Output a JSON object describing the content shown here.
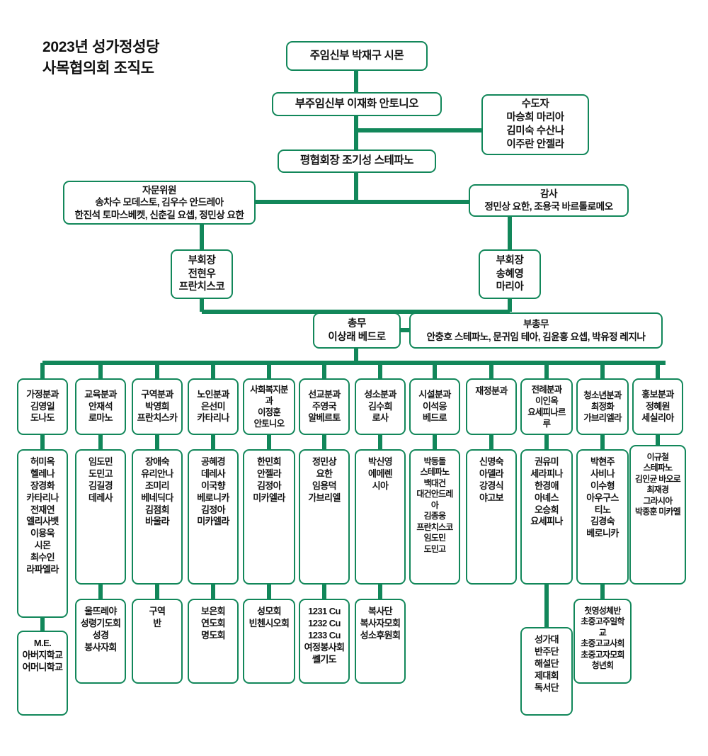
{
  "title": "2023년 성가정성당\n사목협의회 조직도",
  "theme": {
    "line_color": "#12875a",
    "border_color": "#12875a",
    "text_color": "#141414",
    "background": "#ffffff"
  },
  "top": {
    "pastor": "주임신부   박재구 시몬",
    "associate_pastor": "부주임신부   이재화 안토니오",
    "council_president": "평협회장   조기성 스테파노",
    "religious": "수도자\n마승희 마리아\n김미숙 수산나\n이주란 안젤라",
    "advisors": "자문위원\n송차수 모데스토, 김우수 안드레아\n한진석 토마스베켓, 신춘길 요셉, 정민상 요한",
    "auditors": "감사\n정민상 요한, 조용국 바르톨로메오",
    "vice_president_left": "부회장\n전현우\n프란치스코",
    "vice_president_right": "부회장\n송혜영\n마리아",
    "general_secretary": "총무\n이상래 베드로",
    "deputy_secretary": "부총무\n안충호 스테파노, 문귀임 테아, 김윤홍 요셉, 박유정 레지나"
  },
  "departments": [
    {
      "head": "가정분과\n김영일\n도나도",
      "members": "허미옥\n헬레나\n장경화\n카타리나\n전재연\n엘리사벳\n이용욱\n시몬\n최수인\n라파엘라",
      "groups": "M.E.\n아버지학교\n어머니학교"
    },
    {
      "head": "교육분과\n안재석\n로마노",
      "members": "임도민\n도민고\n김길경\n데레사",
      "groups": "울뜨레야\n성령기도회\n성경\n봉사자회"
    },
    {
      "head": "구역분과\n박영희\n프란치스카",
      "members": "장애숙\n유리안나\n조미리\n베네딕다\n김점희\n바울라",
      "groups": "구역\n반"
    },
    {
      "head": "노인분과\n은선미\n카타리나",
      "members": "공혜경\n데레사\n이국향\n베로니카\n김정아\n미카엘라",
      "groups": "보은회\n연도회\n명도회"
    },
    {
      "head": "사회복지분과\n이정훈\n안토니오",
      "members": "한민희\n안젤라\n김정아\n미카엘라",
      "groups": "성모회\n빈첸시오회"
    },
    {
      "head": "선교분과\n주영국\n알베르토",
      "members": "정민상\n요한\n임용덕\n가브리엘",
      "groups": "1231 Cu\n1232 Cu\n1233 Cu\n여정봉사회\n쎌기도"
    },
    {
      "head": "성소분과\n김수희\n로사",
      "members": "박신영\n에메렌\n시아",
      "groups": "복사단\n복사자모회\n성소후원회"
    },
    {
      "head": "시설분과\n이석응\n베드로",
      "members": "박동돌\n스테파노\n백대건\n대건안드레아\n김종웅\n프란치스코\n임도민\n도민고",
      "groups": ""
    },
    {
      "head": "재정분과",
      "members": "신명숙\n아델라\n강경식\n야고보",
      "groups": ""
    },
    {
      "head": "전례분과\n이인옥\n요세피나르루",
      "members": "권유미\n세라피나\n한경애\n아녜스\n오승희\n요세피나",
      "groups": "성가대\n반주단\n해설단\n제대회\n독서단"
    },
    {
      "head": "청소년분과\n최정화\n가브리엘라",
      "members": "박현주\n사비나\n이수형\n아우구스\n티노\n김경숙\n베로니카",
      "groups": "첫영성체반\n초중고주일학교\n초중고교사회\n초중고자모회\n청년회"
    },
    {
      "head": "홍보분과\n정혜원\n세실리아",
      "members": "이규철\n스테파노\n김인균 바오로\n최재경\n그라시아\n박종훈 미카엘",
      "groups": ""
    }
  ]
}
